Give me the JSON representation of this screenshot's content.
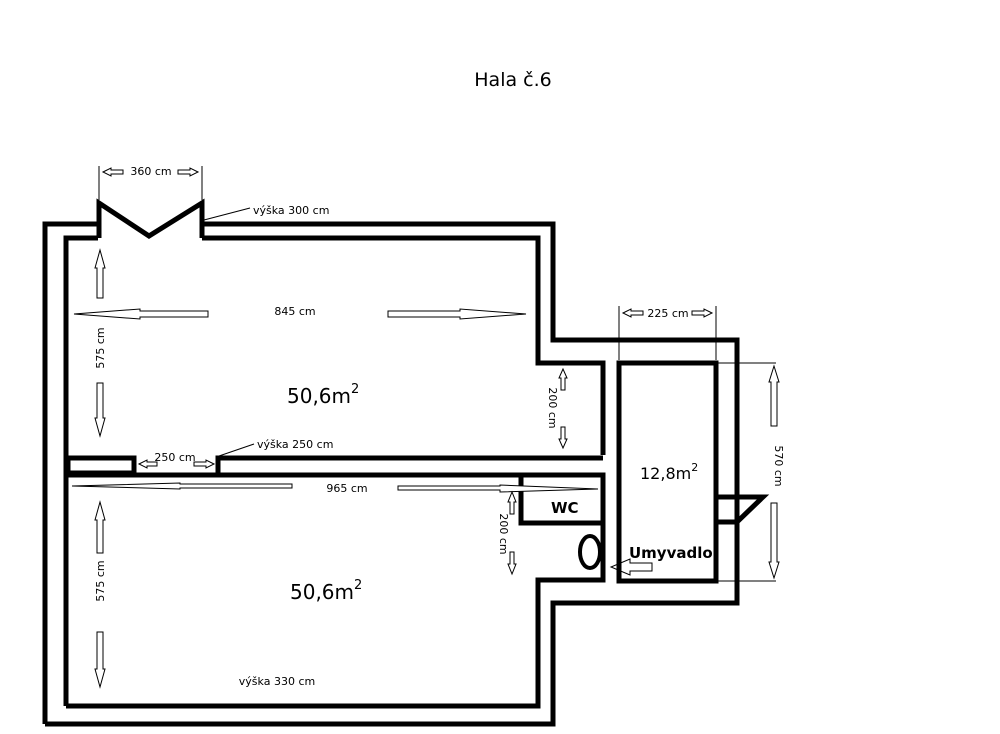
{
  "title": "Hala č.6",
  "dimensions": {
    "door_width": "360 cm",
    "door_height": "výška 300 cm",
    "room_top_width": "845 cm",
    "room_top_depth": "575 cm",
    "small_wall_height": "200 cm",
    "side_room_width": "225 cm",
    "side_room_depth": "570 cm",
    "partition_gap": "250 cm",
    "partition_height": "výška 250 cm",
    "room_bottom_width": "965 cm",
    "room_bottom_depth": "575 cm",
    "wc_block_depth": "200 cm",
    "bottom_height": "výška 330 cm"
  },
  "rooms": {
    "top_area_value": "50,6m",
    "top_area_exp": "2",
    "bottom_area_value": "50,6m",
    "bottom_area_exp": "2",
    "side_area_value": "12,8m",
    "side_area_exp": "2",
    "wc": "WC",
    "sink": "Umyvadlo"
  }
}
